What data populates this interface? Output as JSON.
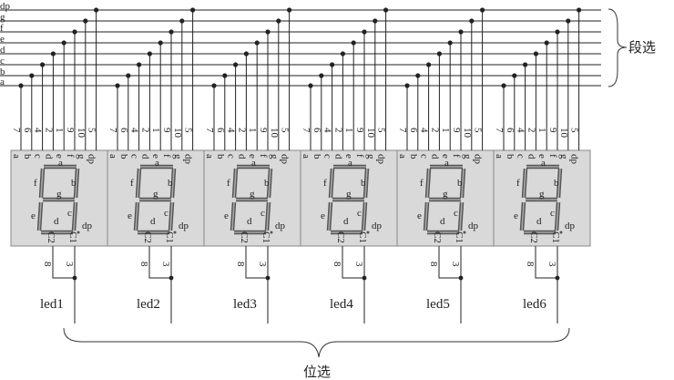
{
  "bus_labels": [
    "dp",
    "g",
    "f",
    "e",
    "d",
    "c",
    "b",
    "a"
  ],
  "pin_numbers": [
    "7",
    "6",
    "4",
    "2",
    "1",
    "9",
    "10",
    "5"
  ],
  "pin_names": [
    "a",
    "b",
    "c",
    "d",
    "e",
    "f",
    "g",
    "dp"
  ],
  "segment_labels": {
    "a": "a",
    "b": "b",
    "c": "c",
    "d": "d",
    "e": "e",
    "f": "f",
    "g": "g",
    "dp": "dp"
  },
  "common_labels": {
    "c1": "C1",
    "c2": "C2",
    "c1_pin": "3",
    "c2_pin": "8"
  },
  "digits": [
    "led1",
    "led2",
    "led3",
    "led4",
    "led5",
    "led6"
  ],
  "segment_select_label": "段选",
  "digit_select_label": "位选",
  "colors": {
    "module_fill": "#d9d9d9",
    "segment": "#7a7a7a",
    "wire": "#222222"
  }
}
